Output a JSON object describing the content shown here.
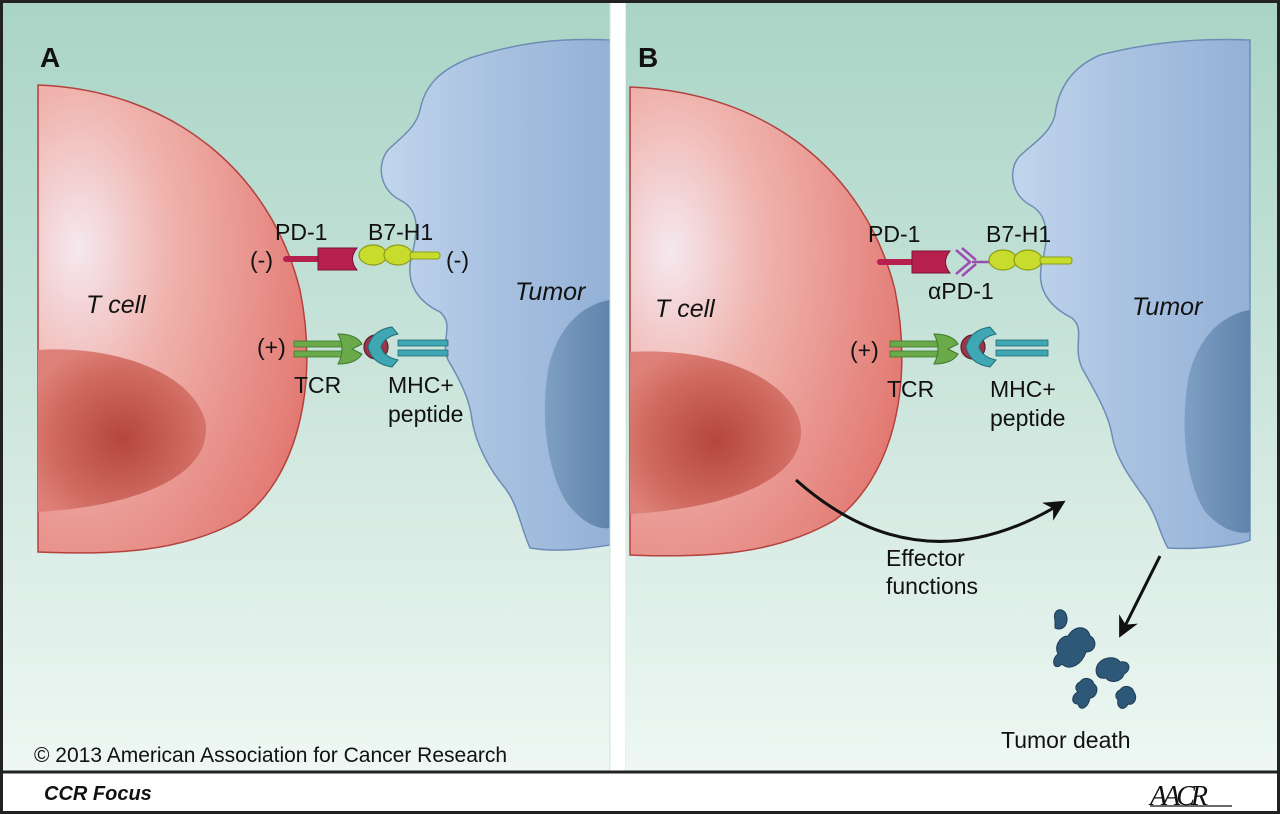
{
  "panels": [
    {
      "letter": "A",
      "t_cell": "T cell",
      "tumor": "Tumor",
      "pd1": "PD-1",
      "b7h1": "B7-H1",
      "minus_left": "(-)",
      "minus_right": "(-)",
      "plus": "(+)",
      "tcr": "TCR",
      "mhc_line1": "MHC+",
      "mhc_line2": "peptide"
    },
    {
      "letter": "B",
      "t_cell": "T cell",
      "tumor": "Tumor",
      "pd1": "PD-1",
      "b7h1": "B7-H1",
      "antibody": "αPD-1",
      "plus": "(+)",
      "tcr": "TCR",
      "mhc_line1": "MHC+",
      "mhc_line2": "peptide",
      "effector_line1": "Effector",
      "effector_line2": "functions",
      "tumor_death": "Tumor death"
    }
  ],
  "copyright": "© 2013 American Association for Cancer Research",
  "footer_left": "CCR Focus",
  "footer_logo": "AACR",
  "colors": {
    "background_top": "#a9d4c6",
    "background_bottom": "#edf6f2",
    "t_cell": "#e47e78",
    "nucleus": "#c14e45",
    "tumor": "#a7c1e0",
    "tumor_nucleus": "#6f93b8",
    "pd1": "#b5204f",
    "b7h1": "#c7dc2c",
    "tcr": "#6aaa4b",
    "mhc": "#3fa6b3",
    "peptide": "#9e3447",
    "antibody": "#9a4fb0",
    "debris": "#2e5878"
  }
}
